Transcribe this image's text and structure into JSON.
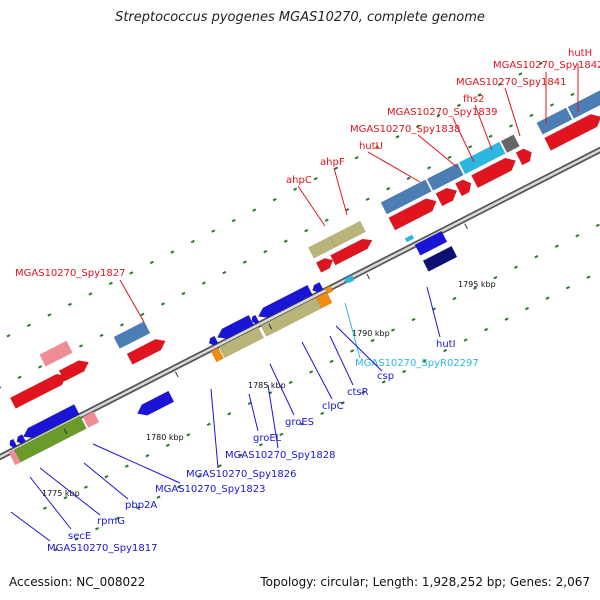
{
  "title": "Streptococcus pyogenes MGAS10270, complete genome",
  "footer": {
    "accession": "Accession: NC_008022",
    "summary": "Topology: circular; Length: 1,928,252 bp; Genes: 2,067"
  },
  "colors": {
    "red": "#e0141e",
    "blue": "#1a14d6",
    "steel": "#4a7eb4",
    "khaki": "#b8b47a",
    "olive": "#6a9a2a",
    "cyan": "#2ab8e0",
    "navy": "#0c1072",
    "pink": "#f08c94",
    "orange": "#f08c14",
    "gray": "#666666",
    "dot": "#2a7a2a"
  },
  "ticks": [
    {
      "label": "1775 kbp"
    },
    {
      "label": "1780 kbp"
    },
    {
      "label": "1785 kbp"
    },
    {
      "label": "1790 kbp"
    },
    {
      "label": "1795 kbp"
    }
  ],
  "labels": [
    {
      "name": "label-hutH",
      "text": "hutH",
      "color": "red"
    },
    {
      "name": "label-spy1842",
      "text": "MGAS10270_Spy1842",
      "color": "red"
    },
    {
      "name": "label-spy1841",
      "text": "MGAS10270_Spy1841",
      "color": "red"
    },
    {
      "name": "label-fhs2",
      "text": "fhs2",
      "color": "red"
    },
    {
      "name": "label-spy1839",
      "text": "MGAS10270_Spy1839",
      "color": "red"
    },
    {
      "name": "label-spy1838",
      "text": "MGAS10270_Spy1838",
      "color": "red"
    },
    {
      "name": "label-hutU",
      "text": "hutU",
      "color": "red"
    },
    {
      "name": "label-ahpF",
      "text": "ahpF",
      "color": "red"
    },
    {
      "name": "label-ahpC",
      "text": "ahpC",
      "color": "red"
    },
    {
      "name": "label-spy1827",
      "text": "MGAS10270_Spy1827",
      "color": "red"
    },
    {
      "name": "label-hutI",
      "text": "hutI",
      "color": "blue"
    },
    {
      "name": "label-spyR02297",
      "text": "MGAS10270_SpyR02297",
      "color": "cyan"
    },
    {
      "name": "label-csp",
      "text": "csp",
      "color": "blue"
    },
    {
      "name": "label-ctsR",
      "text": "ctsR",
      "color": "blue"
    },
    {
      "name": "label-clpC",
      "text": "clpC",
      "color": "blue"
    },
    {
      "name": "label-groES",
      "text": "groES",
      "color": "blue"
    },
    {
      "name": "label-spy1828",
      "text": "MGAS10270_Spy1828",
      "color": "blue"
    },
    {
      "name": "label-groEL",
      "text": "groEL",
      "color": "blue"
    },
    {
      "name": "label-spy1826",
      "text": "MGAS10270_Spy1826",
      "color": "blue"
    },
    {
      "name": "label-spy1823",
      "text": "MGAS10270_Spy1823",
      "color": "blue"
    },
    {
      "name": "label-pbp2A",
      "text": "pbp2A",
      "color": "blue"
    },
    {
      "name": "label-rpmG",
      "text": "rpmG",
      "color": "blue"
    },
    {
      "name": "label-secE",
      "text": "secE",
      "color": "blue"
    },
    {
      "name": "label-spy1817",
      "text": "MGAS10270_Spy1817",
      "color": "blue"
    }
  ]
}
